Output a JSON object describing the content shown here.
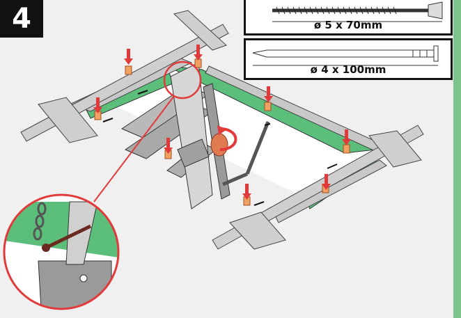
{
  "step": {
    "number": "4"
  },
  "fasteners": [
    {
      "kind": "screw",
      "label": "ø 5 x 70mm"
    },
    {
      "kind": "nail",
      "label": "ø 4 x 100mm"
    }
  ],
  "colors": {
    "green": "#5bbf7b",
    "accent_side": "#7bc58a",
    "arrow_red": "#e23a3a",
    "bracket_orange": "#f0a060",
    "callout_red": "#e23a3a"
  },
  "icons": [
    "rotate-arrow-icon",
    "down-arrow-icon",
    "screw-icon",
    "nail-icon"
  ]
}
